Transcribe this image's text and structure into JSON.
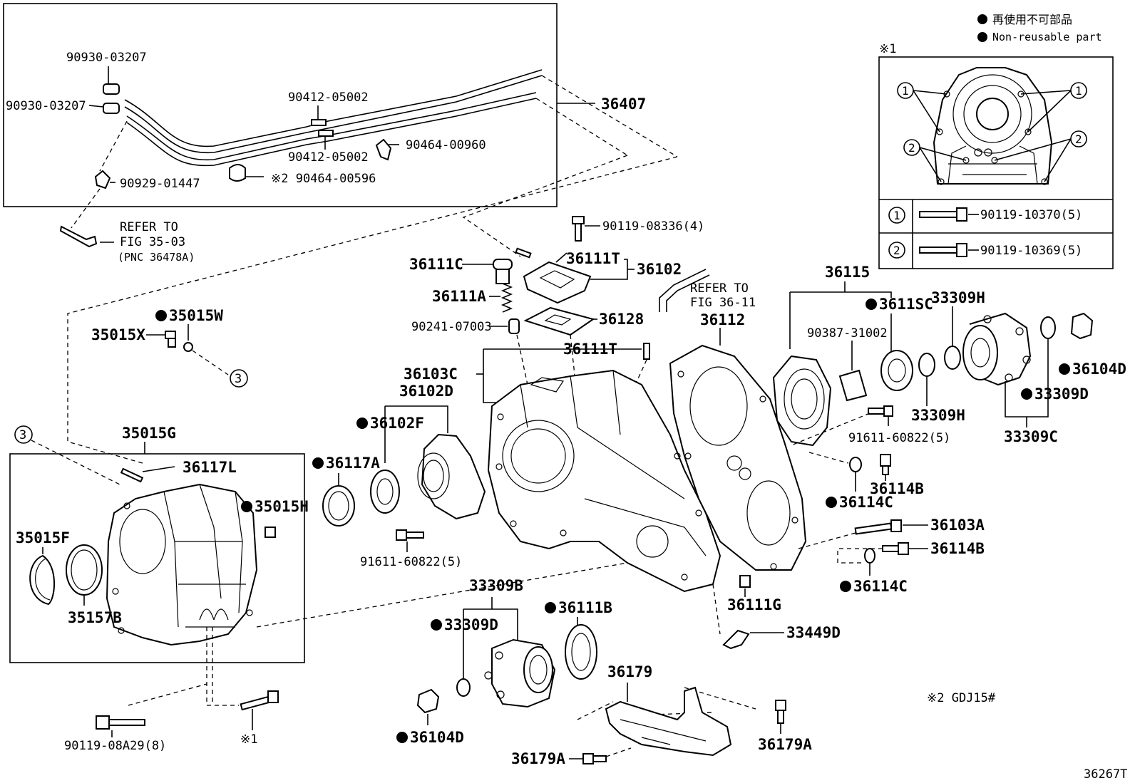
{
  "legend": {
    "jp": "再使用不可部品",
    "en": "Non-reusable part"
  },
  "inset": {
    "title": "※1",
    "markers": [
      "1",
      "2"
    ],
    "rows": [
      {
        "num": "1",
        "part": "90119-10370(5)"
      },
      {
        "num": "2",
        "part": "90119-10369(5)"
      }
    ]
  },
  "refs": {
    "ref1": [
      "REFER TO",
      "FIG 35-03",
      "(PNC 36478A)"
    ],
    "ref2": [
      "REFER TO",
      "FIG 36-11"
    ]
  },
  "circle_ref": "3",
  "labels": {
    "p90930a": "90930-03207",
    "p90930b": "90930-03207",
    "p90412a": "90412-05002",
    "p90412b": "90412-05002",
    "p90464a": "90464-00960",
    "p90464b": "※2 90464-00596",
    "p90929": "90929-01447",
    "p36407": "36407",
    "p90119_4": "90119-08336(4)",
    "p36111C": "36111C",
    "p36111T1": "36111T",
    "p36102": "36102",
    "p36111A": "36111A",
    "p90241": "90241-07003",
    "p36128": "36128",
    "p36111T2": "36111T",
    "p36103C": "36103C",
    "p36102D": "36102D",
    "p36102F": "36102F",
    "p36117A": "36117A",
    "p35015W": "35015W",
    "p35015X": "35015X",
    "p35015G": "35015G",
    "p36117L": "36117L",
    "p35015H": "35015H",
    "p35015F": "35015F",
    "p35157B": "35157B",
    "p91611a": "91611-60822(5)",
    "p36112": "36112",
    "p36115": "36115",
    "p90387": "90387-31002",
    "p3611SC": "3611SC",
    "p33309H1": "33309H",
    "p33309H2": "33309H",
    "p36104D1": "36104D",
    "p33309D1": "33309D",
    "p33309C": "33309C",
    "p91611b": "91611-60822(5)",
    "p36114B1": "36114B",
    "p36114C1": "36114C",
    "p36103A": "36103A",
    "p36114B2": "36114B",
    "p36114C2": "36114C",
    "p36111G": "36111G",
    "p33449D": "33449D",
    "p33309B": "33309B",
    "p36111B": "36111B",
    "p33309D2": "33309D",
    "p36104D2": "36104D",
    "p36179": "36179",
    "p36179A1": "36179A",
    "p36179A2": "36179A",
    "p90119_8": "90119-08A29(8)",
    "pnote1": "※1",
    "note2": "※2 GDJ15#",
    "figno": "36267T"
  }
}
